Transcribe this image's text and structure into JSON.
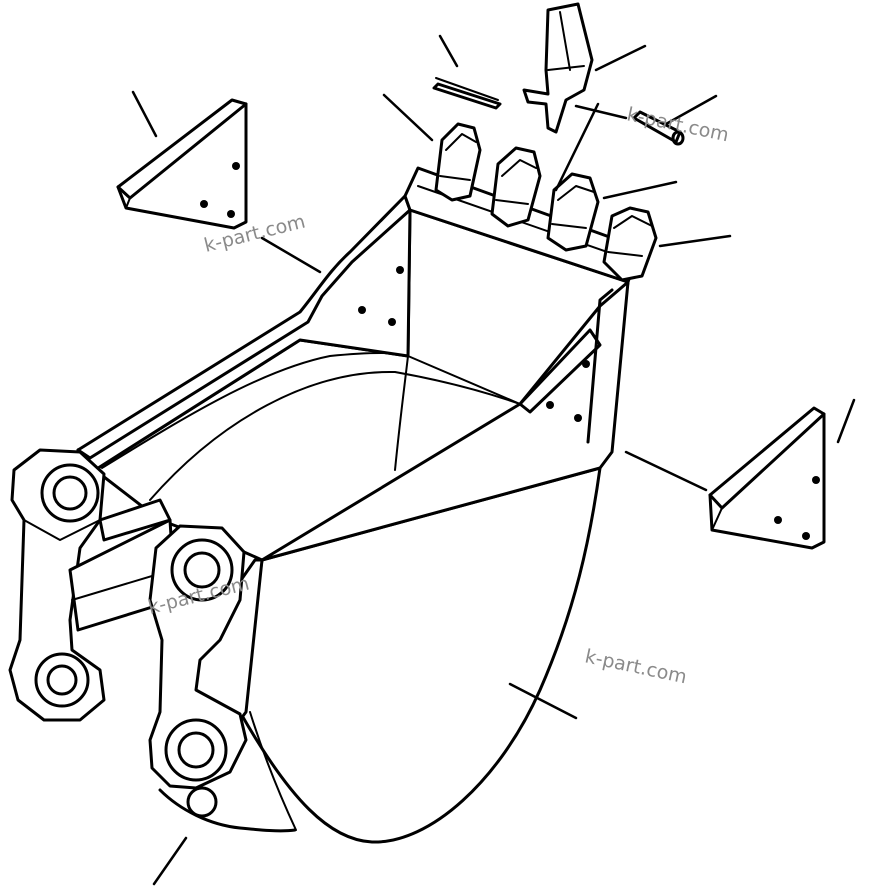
{
  "watermark": "k-part.com",
  "parts": {
    "bucket": "bucket",
    "side_cutter_left": "side-cutter",
    "side_cutter_right": "side-cutter",
    "tooth_point": "tooth-point",
    "pin": "pin",
    "lock_pin": "lock-pin",
    "adapter": "adapter"
  }
}
